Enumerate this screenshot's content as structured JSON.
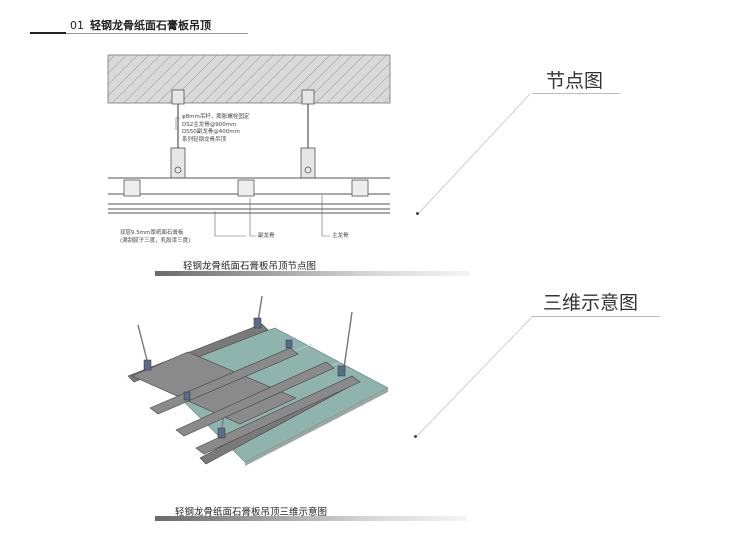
{
  "header": {
    "number": "01",
    "title": "轻钢龙骨纸面石膏板吊顶"
  },
  "section1": {
    "label": "节点图",
    "caption": "轻钢龙骨纸面石膏板吊顶节点图"
  },
  "section2": {
    "label": "三维示意图",
    "caption": "轻钢龙骨纸面石膏板吊顶三维示意图"
  },
  "annotations": {
    "hanger": [
      "φ8mm吊杆，膨胀螺栓固定",
      "DS2主龙骨@900mm",
      "DS50副龙骨@400mm",
      "系列轻钢龙骨吊顶"
    ],
    "board": [
      "双层9.5mm厚纸面石膏板",
      "(满刮腻子三度，乳胶漆三度)"
    ],
    "secondary": "副龙骨",
    "main": "主龙骨"
  },
  "colors": {
    "board": "#8fb3ad",
    "keel": "#7a7a7a",
    "concrete": "#d6d6d6"
  }
}
